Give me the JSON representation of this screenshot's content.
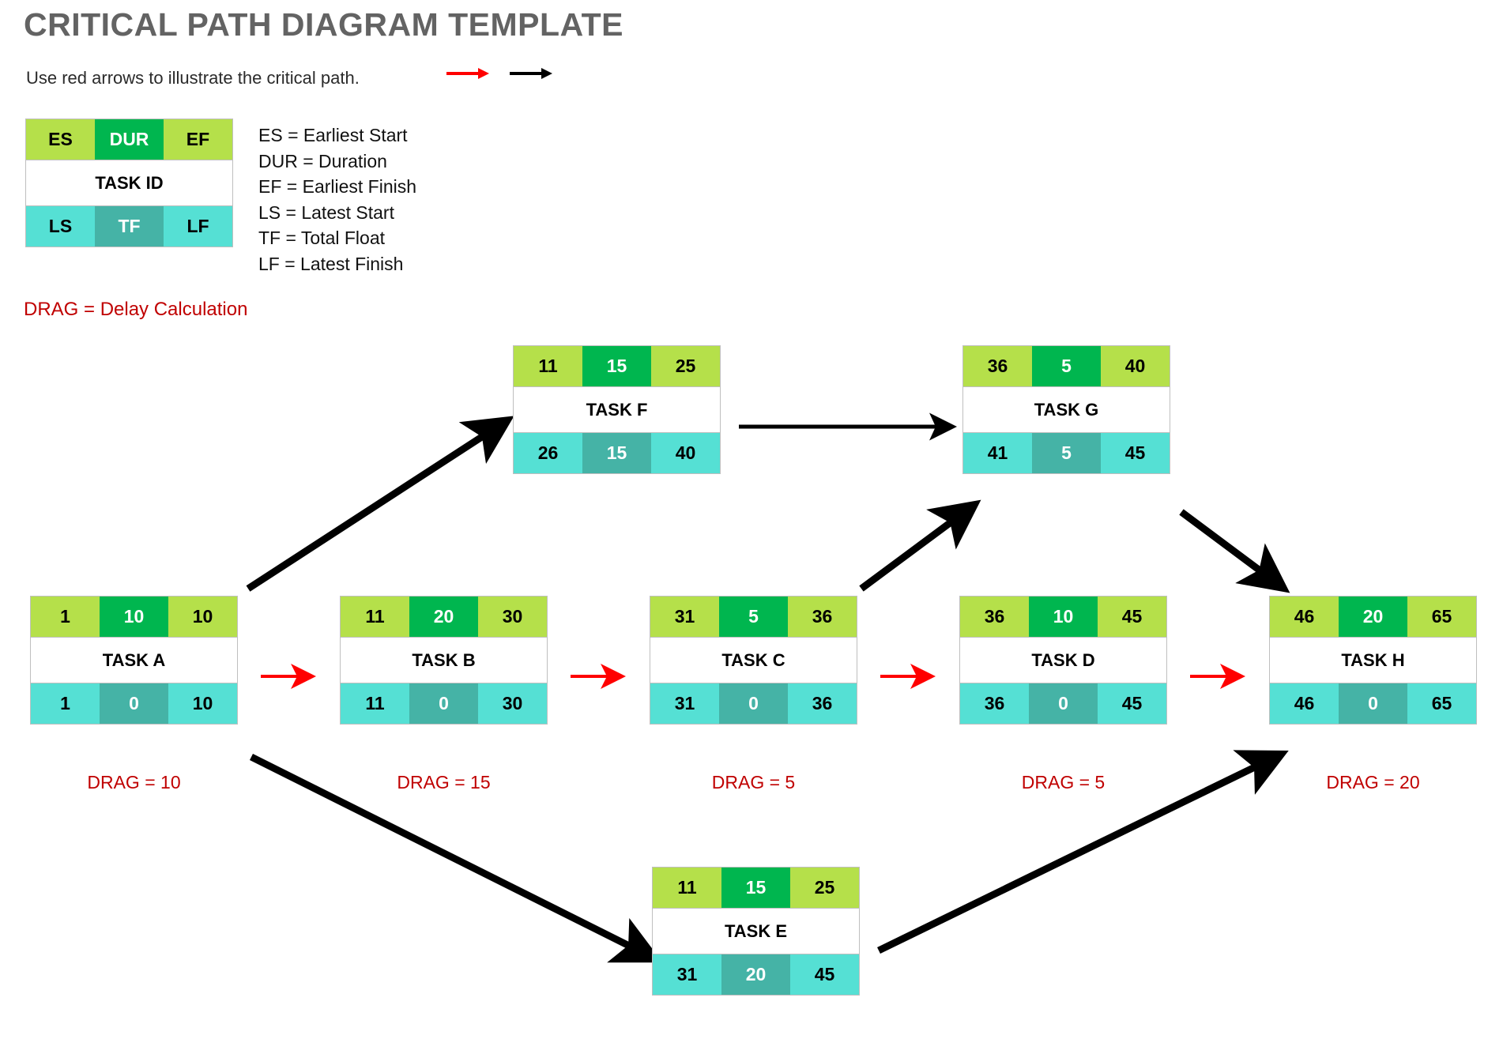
{
  "header": {
    "title": "CRITICAL PATH DIAGRAM TEMPLATE",
    "subtitle": "Use red arrows to illustrate the critical path.",
    "legend_arrow_red": "red-arrow",
    "legend_arrow_black": "black-arrow",
    "red_color": "#ff0000",
    "black_color": "#000000"
  },
  "key": {
    "es": "ES",
    "dur": "DUR",
    "ef": "EF",
    "task_id": "TASK ID",
    "ls": "LS",
    "tf": "TF",
    "lf": "LF",
    "definitions": [
      "ES = Earliest Start",
      "DUR = Duration",
      "EF = Earliest Finish",
      "LS = Latest Start",
      "TF = Total Float",
      "LF = Latest Finish"
    ],
    "drag_legend": "DRAG = Delay Calculation"
  },
  "colors": {
    "es_ef": "#b5e04a",
    "dur": "#00b64f",
    "ls_lf": "#55e0d4",
    "tf": "#45b3a6",
    "task_id_bg": "#ffffff",
    "border": "#bfbfbf",
    "drag_text": "#c00000",
    "title_text": "#636363"
  },
  "nodes": {
    "a": {
      "id": "TASK A",
      "es": "1",
      "dur": "10",
      "ef": "10",
      "ls": "1",
      "tf": "0",
      "lf": "10",
      "drag": "DRAG = 10"
    },
    "b": {
      "id": "TASK B",
      "es": "11",
      "dur": "20",
      "ef": "30",
      "ls": "11",
      "tf": "0",
      "lf": "30",
      "drag": "DRAG = 15"
    },
    "c": {
      "id": "TASK C",
      "es": "31",
      "dur": "5",
      "ef": "36",
      "ls": "31",
      "tf": "0",
      "lf": "36",
      "drag": "DRAG = 5"
    },
    "d": {
      "id": "TASK D",
      "es": "36",
      "dur": "10",
      "ef": "45",
      "ls": "36",
      "tf": "0",
      "lf": "45",
      "drag": "DRAG = 5"
    },
    "h": {
      "id": "TASK H",
      "es": "46",
      "dur": "20",
      "ef": "65",
      "ls": "46",
      "tf": "0",
      "lf": "65",
      "drag": "DRAG = 20"
    },
    "f": {
      "id": "TASK F",
      "es": "11",
      "dur": "15",
      "ef": "25",
      "ls": "26",
      "tf": "15",
      "lf": "40",
      "drag": ""
    },
    "g": {
      "id": "TASK G",
      "es": "36",
      "dur": "5",
      "ef": "40",
      "ls": "41",
      "tf": "5",
      "lf": "45",
      "drag": ""
    },
    "e": {
      "id": "TASK E",
      "es": "11",
      "dur": "15",
      "ef": "25",
      "ls": "31",
      "tf": "20",
      "lf": "45",
      "drag": ""
    }
  },
  "chart_data": {
    "type": "diagram",
    "title": "CRITICAL PATH DIAGRAM TEMPLATE",
    "nodes": [
      {
        "name": "TASK A",
        "ES": 1,
        "DUR": 10,
        "EF": 10,
        "LS": 1,
        "TF": 0,
        "LF": 10,
        "DRAG": 10
      },
      {
        "name": "TASK B",
        "ES": 11,
        "DUR": 20,
        "EF": 30,
        "LS": 11,
        "TF": 0,
        "LF": 30,
        "DRAG": 15
      },
      {
        "name": "TASK C",
        "ES": 31,
        "DUR": 5,
        "EF": 36,
        "LS": 31,
        "TF": 0,
        "LF": 36,
        "DRAG": 5
      },
      {
        "name": "TASK D",
        "ES": 36,
        "DUR": 10,
        "EF": 45,
        "LS": 36,
        "TF": 0,
        "LF": 45,
        "DRAG": 5
      },
      {
        "name": "TASK E",
        "ES": 11,
        "DUR": 15,
        "EF": 25,
        "LS": 31,
        "TF": 20,
        "LF": 45,
        "DRAG": null
      },
      {
        "name": "TASK F",
        "ES": 11,
        "DUR": 15,
        "EF": 25,
        "LS": 26,
        "TF": 15,
        "LF": 40,
        "DRAG": null
      },
      {
        "name": "TASK G",
        "ES": 36,
        "DUR": 5,
        "EF": 40,
        "LS": 41,
        "TF": 5,
        "LF": 45,
        "DRAG": null
      },
      {
        "name": "TASK H",
        "ES": 46,
        "DUR": 20,
        "EF": 65,
        "LS": 46,
        "TF": 0,
        "LF": 65,
        "DRAG": 20
      }
    ],
    "edges": [
      {
        "from": "TASK A",
        "to": "TASK B",
        "critical": true
      },
      {
        "from": "TASK B",
        "to": "TASK C",
        "critical": true
      },
      {
        "from": "TASK C",
        "to": "TASK D",
        "critical": true
      },
      {
        "from": "TASK D",
        "to": "TASK H",
        "critical": true
      },
      {
        "from": "TASK A",
        "to": "TASK F",
        "critical": false
      },
      {
        "from": "TASK F",
        "to": "TASK G",
        "critical": false
      },
      {
        "from": "TASK C",
        "to": "TASK G",
        "critical": false
      },
      {
        "from": "TASK G",
        "to": "TASK H",
        "critical": false
      },
      {
        "from": "TASK A",
        "to": "TASK E",
        "critical": false
      },
      {
        "from": "TASK E",
        "to": "TASK H",
        "critical": false
      }
    ]
  }
}
